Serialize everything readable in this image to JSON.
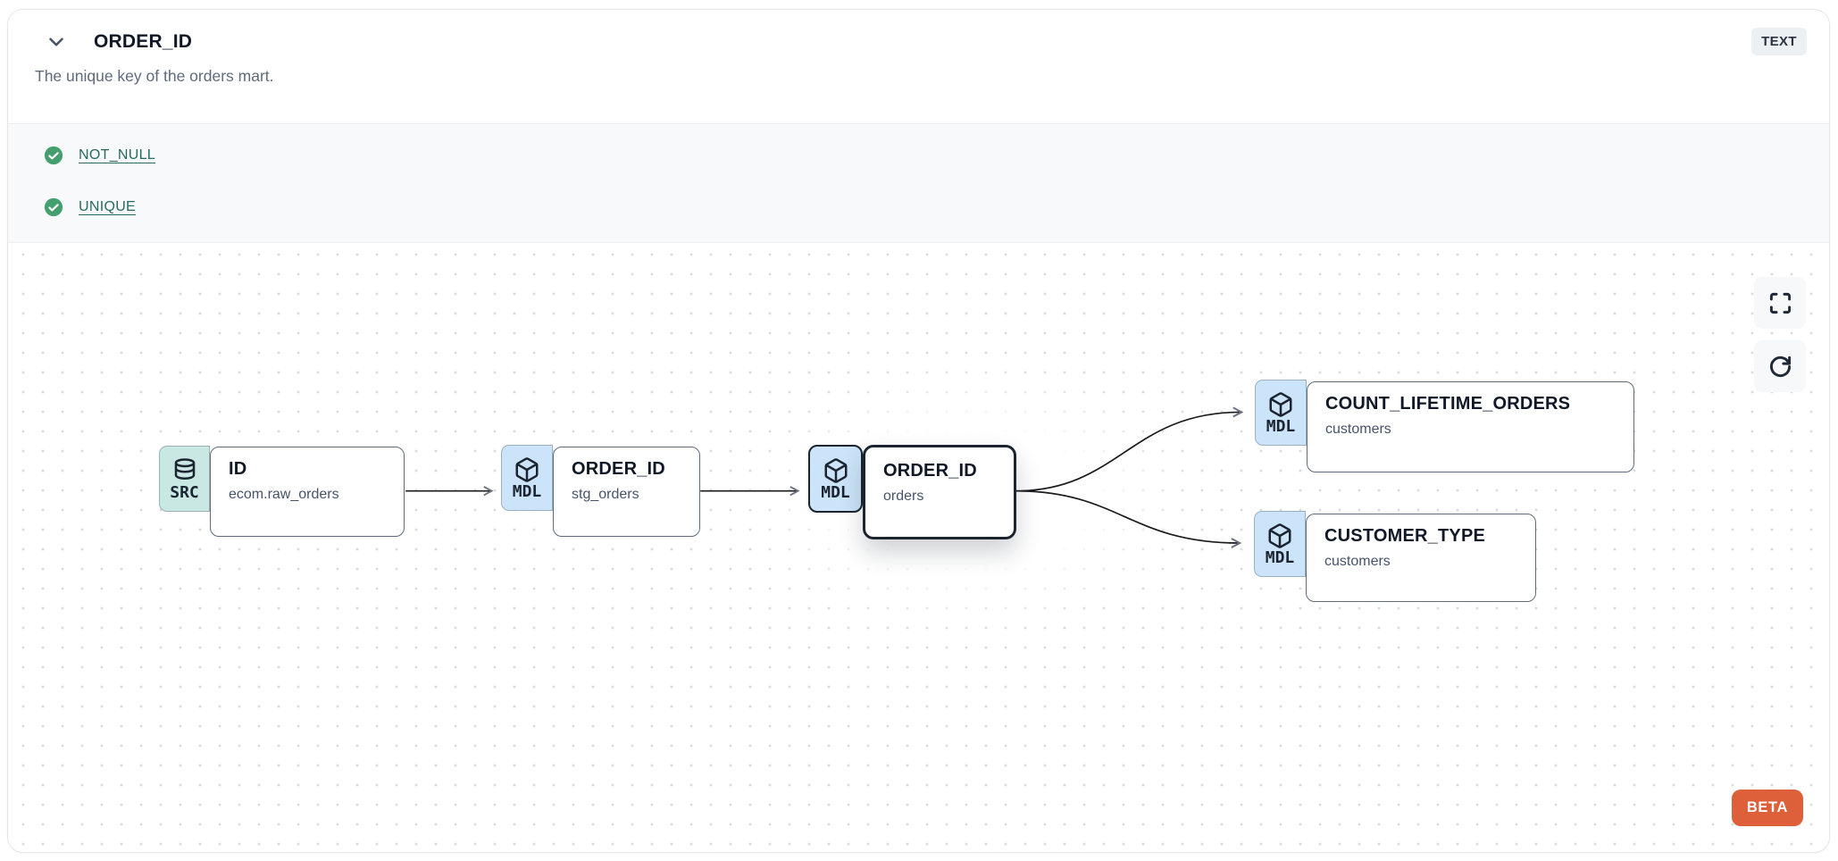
{
  "header": {
    "title": "ORDER_ID",
    "type_badge": "TEXT",
    "description": "The unique key of the orders mart."
  },
  "tests": [
    {
      "label": "NOT_NULL",
      "status": "pass"
    },
    {
      "label": "UNIQUE",
      "status": "pass"
    }
  ],
  "lineage": {
    "nodes": [
      {
        "badge": "SRC",
        "icon": "database",
        "title": "ID",
        "subtitle": "ecom.raw_orders",
        "selected": false
      },
      {
        "badge": "MDL",
        "icon": "cube",
        "title": "ORDER_ID",
        "subtitle": "stg_orders",
        "selected": false
      },
      {
        "badge": "MDL",
        "icon": "cube",
        "title": "ORDER_ID",
        "subtitle": "orders",
        "selected": true
      },
      {
        "badge": "MDL",
        "icon": "cube",
        "title": "COUNT_LIFETIME_ORDERS",
        "subtitle": "customers",
        "selected": false
      },
      {
        "badge": "MDL",
        "icon": "cube",
        "title": "CUSTOMER_TYPE",
        "subtitle": "customers",
        "selected": false
      }
    ],
    "edges": [
      {
        "from": 0,
        "to": 1
      },
      {
        "from": 1,
        "to": 2
      },
      {
        "from": 2,
        "to": 3
      },
      {
        "from": 2,
        "to": 4
      }
    ],
    "beta_label": "BETA"
  },
  "colors": {
    "src_badge_bg": "#c9e8e3",
    "mdl_badge_bg": "#cbe4f9",
    "test_pass_green": "#459e6d",
    "test_link_teal": "#266a60",
    "beta_orange": "#dd603a",
    "selected_border": "#1b2430",
    "node_border": "#5f6b7a"
  }
}
